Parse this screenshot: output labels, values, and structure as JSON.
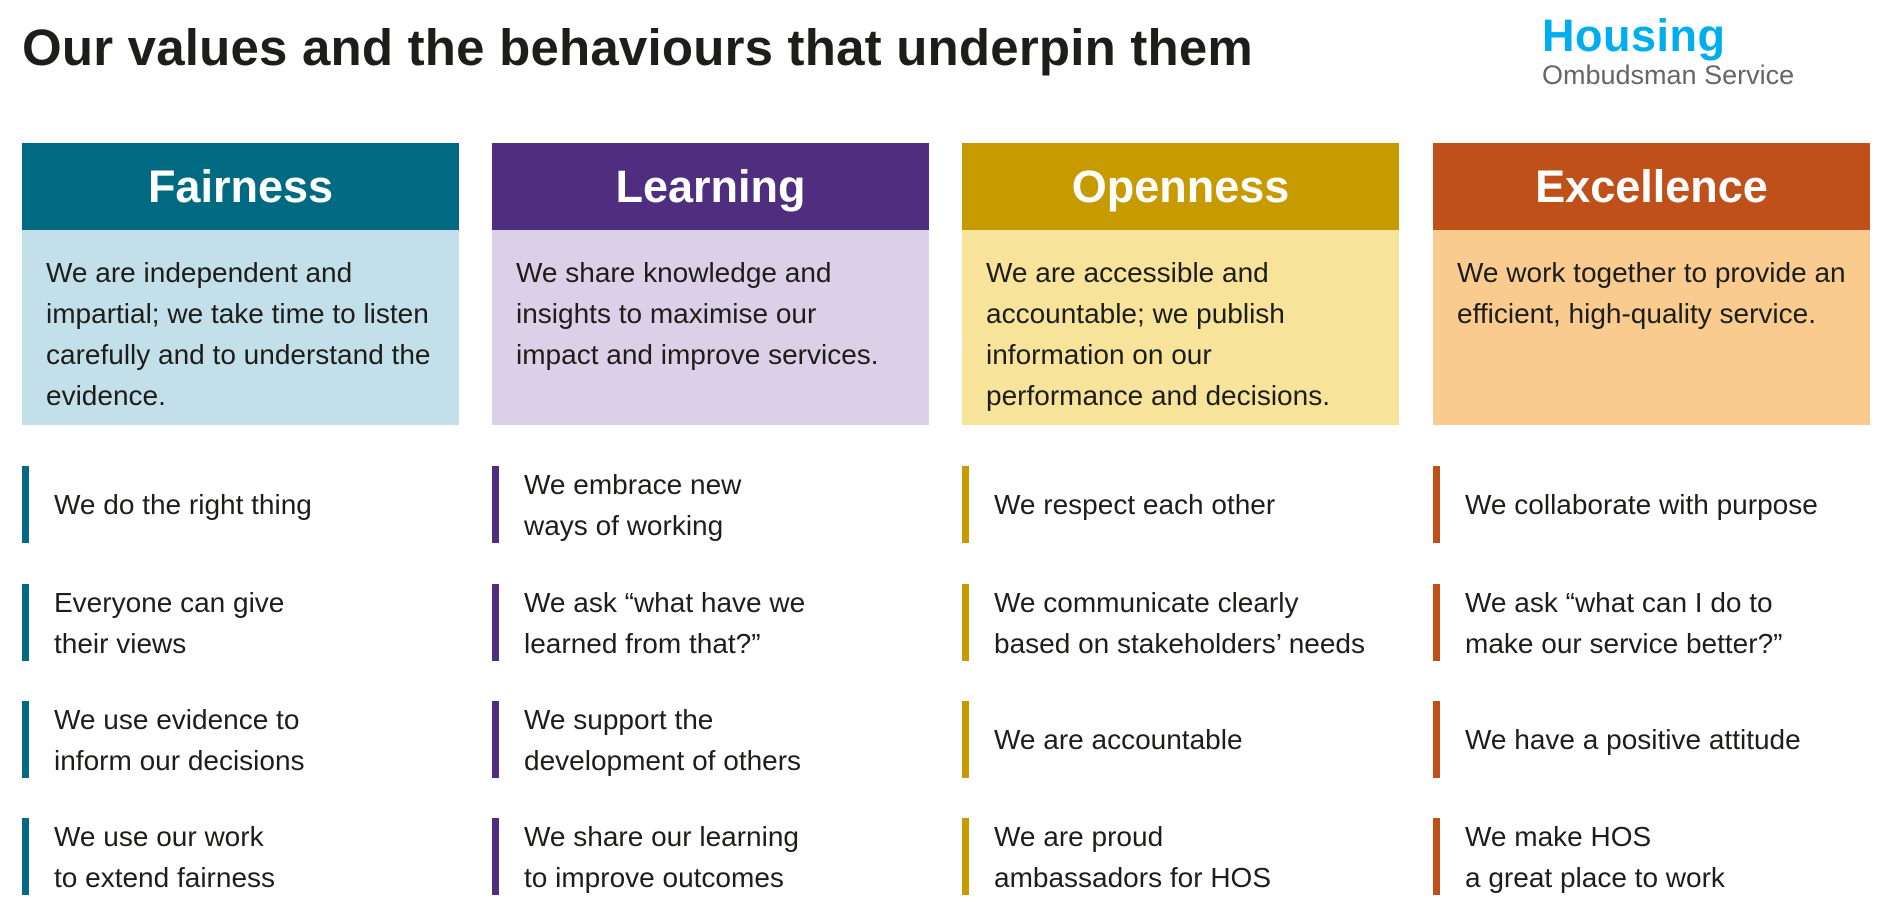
{
  "title": "Our values and the behaviours that underpin them",
  "logo": {
    "line1": "Housing",
    "line2": "Ombudsman Service"
  },
  "values": [
    {
      "name": "Fairness",
      "color": "#006a82",
      "bg": "#c3dfea",
      "description": "We are independent and impartial; we take time to listen carefully and to understand the evidence.",
      "behaviours": [
        "We do the right thing",
        "Everyone can give\ntheir views",
        "We use evidence to\ninform our decisions",
        "We use our work\nto extend fairness"
      ]
    },
    {
      "name": "Learning",
      "color": "#4f2d7f",
      "bg": "#dccfe8",
      "description": "We share knowledge and insights to maximise our impact and improve services.",
      "behaviours": [
        "We embrace new\nways of working",
        "We ask “what have we\nlearned from that?”",
        "We support the\ndevelopment of others",
        "We share our learning\nto improve outcomes"
      ]
    },
    {
      "name": "Openness",
      "color": "#c79a00",
      "bg": "#f7e39a",
      "description": "We are accessible and accountable; we publish information on our performance and decisions.",
      "behaviours": [
        "We respect each other",
        "We communicate clearly\nbased on stakeholders’ needs",
        "We are accountable",
        "We are proud\nambassadors for HOS"
      ]
    },
    {
      "name": "Excellence",
      "color": "#bf5019",
      "bg": "#f9cb8f",
      "description": "We work together to provide an efficient, high-quality service.",
      "behaviours": [
        "We collaborate with purpose",
        "We ask “what can I do to\nmake our service better?”",
        "We have a positive attitude",
        "We make HOS\na great place to work"
      ]
    }
  ]
}
